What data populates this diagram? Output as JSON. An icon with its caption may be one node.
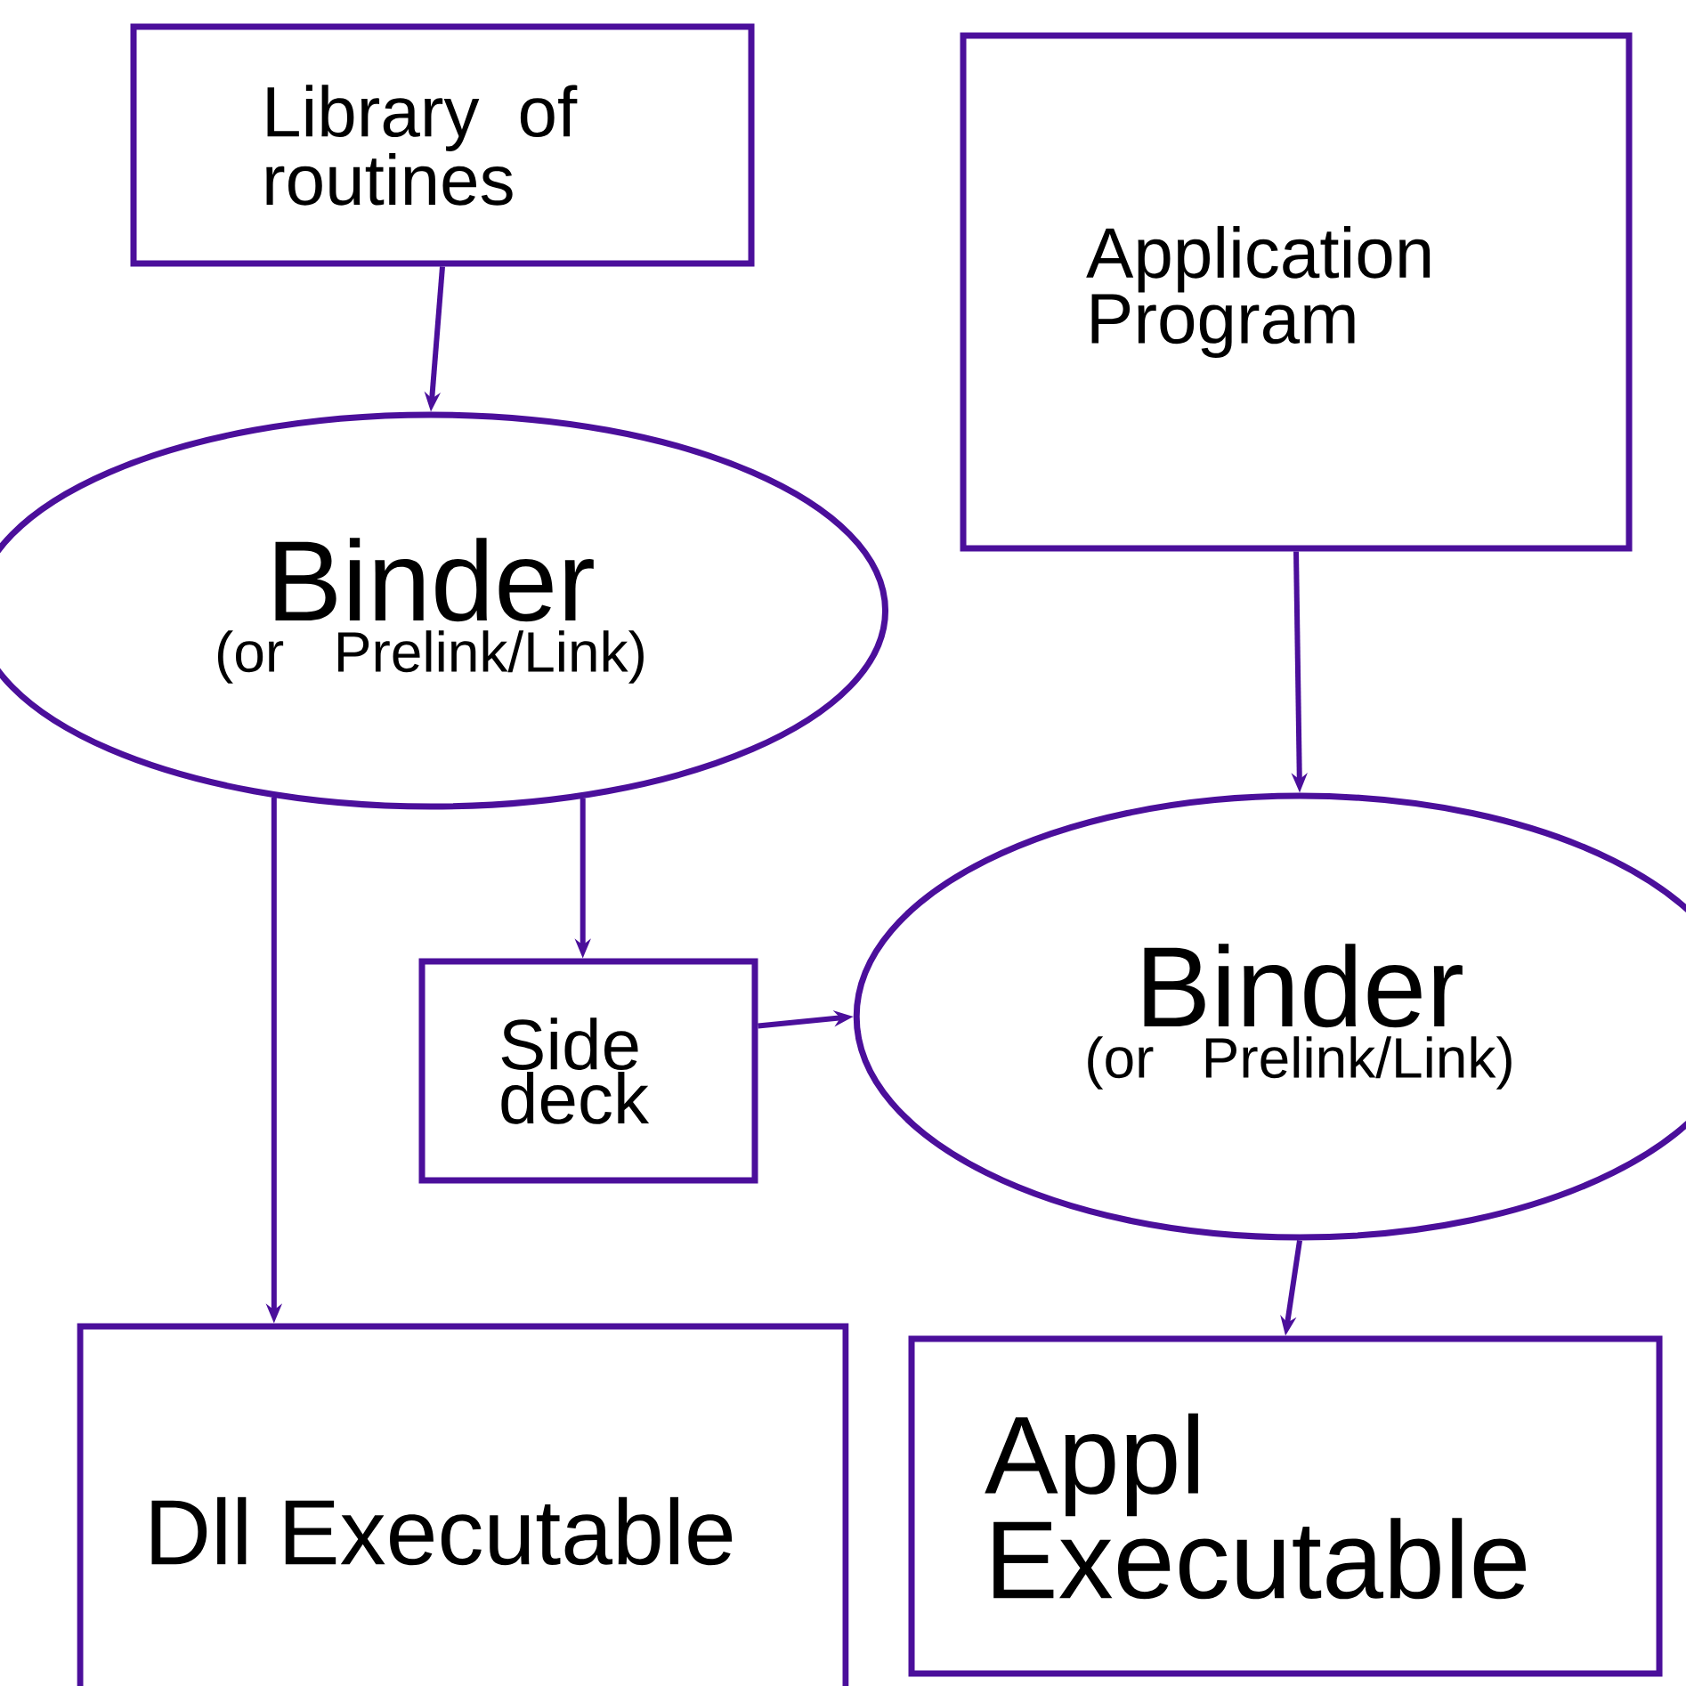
{
  "diagram": {
    "nodes": [
      {
        "text": [
          "Library of routines"
        ]
      },
      {
        "text": [
          "Application Program"
        ]
      },
      {
        "text": [
          "Binder",
          "(or Prelink/Link)"
        ]
      },
      {
        "text": [
          "Side deck"
        ]
      },
      {
        "text": [
          "Binder",
          "(or Prelink/Link)"
        ]
      },
      {
        "text": [
          "Dll Executable"
        ]
      },
      {
        "text": [
          "Appl Executable"
        ]
      }
    ],
    "edges": [
      {
        "from": 0,
        "to": 2,
        "arrow": "to"
      },
      {
        "from": 1,
        "to": 4,
        "arrow": "to"
      },
      {
        "from": 2,
        "to": 3,
        "arrow": "to"
      },
      {
        "from": 3,
        "to": 4,
        "arrow": "to"
      },
      {
        "from": 2,
        "to": 5,
        "arrow": "to"
      },
      {
        "from": 4,
        "to": 6,
        "arrow": "to"
      }
    ]
  }
}
